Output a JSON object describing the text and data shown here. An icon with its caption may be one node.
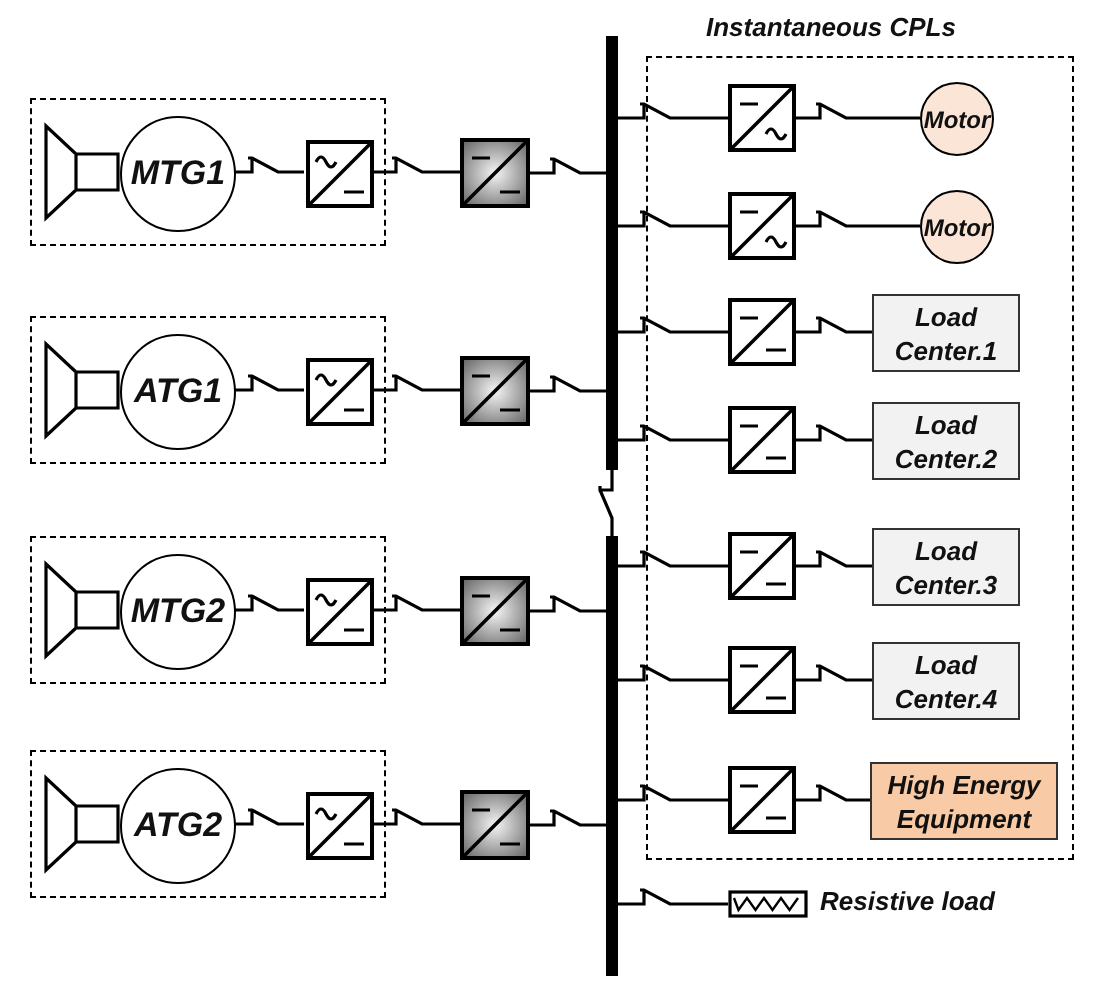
{
  "diagram": {
    "nodes": [
      {
        "text": [
          "Instantaneous CPLs"
        ]
      },
      {
        "text": [],
        "shape": "box"
      },
      {
        "text": [
          "MTG1"
        ],
        "in": 1
      },
      {
        "text": [],
        "shape": "box",
        "in": 1
      },
      {
        "text": [],
        "shape": "box"
      },
      {
        "text": [],
        "shape": "box"
      },
      {
        "text": [
          "ATG1"
        ],
        "in": 5
      },
      {
        "text": [],
        "shape": "box",
        "in": 5
      },
      {
        "text": [],
        "shape": "box"
      },
      {
        "text": [],
        "shape": "box"
      },
      {
        "text": [
          "MTG2"
        ],
        "in": 9
      },
      {
        "text": [],
        "shape": "box",
        "in": 9
      },
      {
        "text": [],
        "shape": "box"
      },
      {
        "text": [],
        "shape": "box"
      },
      {
        "text": [
          "ATG2"
        ],
        "in": 13
      },
      {
        "text": [],
        "shape": "box",
        "in": 13
      },
      {
        "text": [],
        "shape": "box"
      },
      {
        "text": [],
        "shape": "bar"
      },
      {
        "text": [],
        "shape": "bar"
      },
      {
        "text": [],
        "shape": "box",
        "in": 0
      },
      {
        "text": [
          "Motor"
        ],
        "in": 0
      },
      {
        "text": [],
        "shape": "box",
        "in": 0
      },
      {
        "text": [
          "Motor"
        ],
        "in": 0
      },
      {
        "text": [],
        "shape": "box",
        "in": 0
      },
      {
        "text": [
          "Load Center.1"
        ],
        "in": 0
      },
      {
        "text": [],
        "shape": "box",
        "in": 0
      },
      {
        "text": [
          "Load Center.2"
        ],
        "in": 0
      },
      {
        "text": [],
        "shape": "box",
        "in": 0
      },
      {
        "text": [
          "Load Center.3"
        ],
        "in": 0
      },
      {
        "text": [],
        "shape": "box",
        "in": 0
      },
      {
        "text": [
          "Load Center.4"
        ],
        "in": 0
      },
      {
        "text": [],
        "shape": "box",
        "in": 0
      },
      {
        "text": [
          "High Energy Equipment"
        ],
        "in": 0
      },
      {
        "text": [],
        "shape": "resistor",
        "beside": [
          "Resistive load"
        ]
      }
    ],
    "edges": [
      {
        "from": 2,
        "to": 3,
        "arrow": "none"
      },
      {
        "from": 3,
        "to": 4,
        "arrow": "none"
      },
      {
        "from": 4,
        "to": 17,
        "arrow": "none"
      },
      {
        "from": 6,
        "to": 7,
        "arrow": "none"
      },
      {
        "from": 7,
        "to": 8,
        "arrow": "none"
      },
      {
        "from": 8,
        "to": 17,
        "arrow": "none"
      },
      {
        "from": 10,
        "to": 11,
        "arrow": "none"
      },
      {
        "from": 11,
        "to": 12,
        "arrow": "none"
      },
      {
        "from": 12,
        "to": 18,
        "arrow": "none"
      },
      {
        "from": 14,
        "to": 15,
        "arrow": "none"
      },
      {
        "from": 15,
        "to": 16,
        "arrow": "none"
      },
      {
        "from": 16,
        "to": 18,
        "arrow": "none"
      },
      {
        "from": 17,
        "to": 18,
        "arrow": "none"
      },
      {
        "from": 17,
        "to": 19,
        "arrow": "none"
      },
      {
        "from": 19,
        "to": 20,
        "arrow": "none"
      },
      {
        "from": 17,
        "to": 21,
        "arrow": "none"
      },
      {
        "from": 21,
        "to": 22,
        "arrow": "none"
      },
      {
        "from": 17,
        "to": 23,
        "arrow": "none"
      },
      {
        "from": 23,
        "to": 24,
        "arrow": "none"
      },
      {
        "from": 17,
        "to": 25,
        "arrow": "none"
      },
      {
        "from": 25,
        "to": 26,
        "arrow": "none"
      },
      {
        "from": 18,
        "to": 27,
        "arrow": "none"
      },
      {
        "from": 27,
        "to": 28,
        "arrow": "none"
      },
      {
        "from": 18,
        "to": 29,
        "arrow": "none"
      },
      {
        "from": 29,
        "to": 30,
        "arrow": "none"
      },
      {
        "from": 18,
        "to": 31,
        "arrow": "none"
      },
      {
        "from": 31,
        "to": 32,
        "arrow": "none"
      },
      {
        "from": 18,
        "to": 33,
        "arrow": "none"
      }
    ]
  }
}
